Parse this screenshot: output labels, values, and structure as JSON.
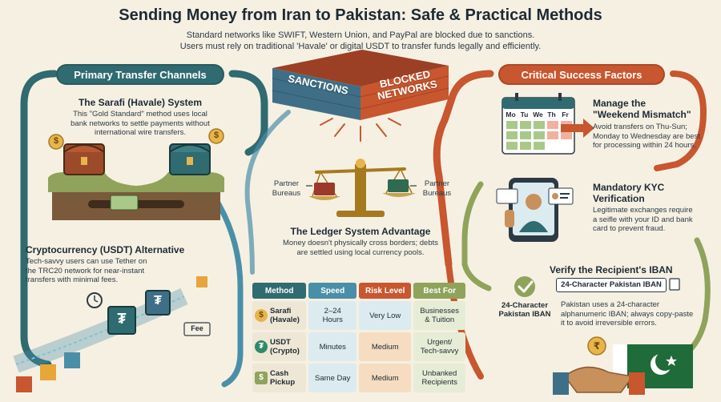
{
  "header": {
    "title": "Sending Money from Iran to Pakistan: Safe & Practical Methods",
    "subtitle_line1": "Standard networks like SWIFT, Western Union, and PayPal are blocked due to sanctions.",
    "subtitle_line2": "Users must rely on traditional 'Havale' or digital USDT to transfer funds legally and efficiently."
  },
  "wall": {
    "sanctions_label": "SANCTIONS",
    "blocked_label_line1": "BLOCKED",
    "blocked_label_line2": "NETWORKS"
  },
  "left_panel": {
    "title": "Primary Transfer Channels",
    "sarafi": {
      "title": "The Sarafi (Havale) System",
      "text_line1": "This \"Gold Standard\" method uses local",
      "text_line2": "bank networks to settle payments without",
      "text_line3": "international wire transfers."
    },
    "crypto": {
      "title": "Cryptocurrency (USDT) Alternative",
      "text_line1": "Tech-savvy users can use Tether on",
      "text_line2": "the TRC20 network for near-instant",
      "text_line3": "transfers with minimal fees.",
      "fee_tag": "Fee"
    },
    "dollar_symbol": "$",
    "tether_symbol": "₮"
  },
  "center_panel": {
    "partner_left_line1": "Partner",
    "partner_left_line2": "Bureaus",
    "partner_right_line1": "Partner",
    "partner_right_line2": "Bureaus",
    "ledger_title": "The Ledger System Advantage",
    "ledger_text_line1": "Money doesn't physically cross borders; debts",
    "ledger_text_line2": "are settled using local currency pools."
  },
  "table": {
    "headers": [
      "Method",
      "Speed",
      "Risk Level",
      "Best For"
    ],
    "rows": [
      {
        "icon": "$",
        "method_line1": "Sarafi",
        "method_line2": "(Havale)",
        "speed_line1": "2–24",
        "speed_line2": "Hours",
        "risk": "Very Low",
        "best_line1": "Businesses",
        "best_line2": "& Tuition"
      },
      {
        "icon": "₮",
        "method_line1": "USDT",
        "method_line2": "(Crypto)",
        "speed_line1": "Minutes",
        "speed_line2": "",
        "risk": "Medium",
        "best_line1": "Urgent/",
        "best_line2": "Tech-savvy"
      },
      {
        "icon": "$",
        "method_line1": "Cash",
        "method_line2": "Pickup",
        "speed_line1": "Same Day",
        "speed_line2": "",
        "risk": "Medium",
        "best_line1": "Unbanked",
        "best_line2": "Recipients"
      }
    ]
  },
  "right_panel": {
    "title": "Critical Success Factors",
    "weekend": {
      "title_line1": "Manage the",
      "title_line2": "\"Weekend Mismatch\"",
      "text_line1": "Avoid transfers on Thu-Sun;",
      "text_line2": "Monday to Wednesday are best",
      "text_line3": "for processing within 24 hours.",
      "days": [
        "Mo",
        "Tu",
        "We",
        "Th",
        "Fr"
      ]
    },
    "kyc": {
      "title_line1": "Mandatory KYC",
      "title_line2": "Verification",
      "text_line1": "Legitimate exchanges require",
      "text_line2": "a seifle with your ID and bank",
      "text_line3": "card to prevent fraud."
    },
    "iban": {
      "title": "Verify the Recipient's IBAN",
      "box_label": "24-Character Pakistan IBAN",
      "check_label_line1": "24-Character",
      "check_label_line2": "Pakistan IBAN",
      "text_line1": "Pakistan uses a 24-character",
      "text_line2": "alphanumeric IBAN; always copy-paste",
      "text_line3": "it to avoid irreversible errors."
    },
    "rupee_symbol": "₹"
  },
  "colors": {
    "teal": "#2f6b70",
    "orange": "#c8562e",
    "green": "#8fa35a",
    "blue": "#4a8fa8",
    "background": "#f6f0e3"
  }
}
